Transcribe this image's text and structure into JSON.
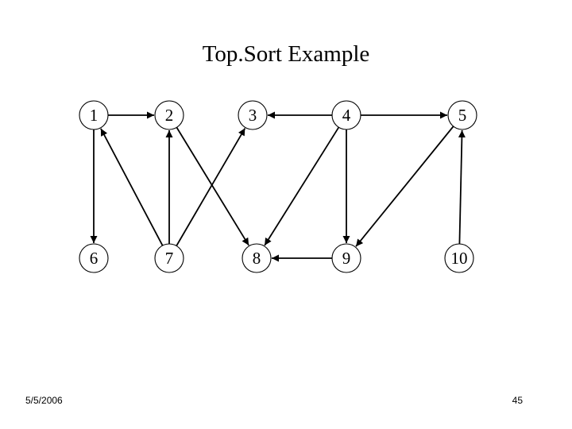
{
  "slide": {
    "title": "Top.Sort Example",
    "date": "5/5/2006",
    "page_number": "45"
  },
  "graph": {
    "nodes": [
      {
        "id": "1",
        "label": "1"
      },
      {
        "id": "2",
        "label": "2"
      },
      {
        "id": "3",
        "label": "3"
      },
      {
        "id": "4",
        "label": "4"
      },
      {
        "id": "5",
        "label": "5"
      },
      {
        "id": "6",
        "label": "6"
      },
      {
        "id": "7",
        "label": "7"
      },
      {
        "id": "8",
        "label": "8"
      },
      {
        "id": "9",
        "label": "9"
      },
      {
        "id": "10",
        "label": "10"
      }
    ],
    "edges": [
      {
        "from": "1",
        "to": "2"
      },
      {
        "from": "1",
        "to": "6"
      },
      {
        "from": "7",
        "to": "1"
      },
      {
        "from": "7",
        "to": "2"
      },
      {
        "from": "2",
        "to": "8"
      },
      {
        "from": "7",
        "to": "3"
      },
      {
        "from": "4",
        "to": "3"
      },
      {
        "from": "4",
        "to": "8"
      },
      {
        "from": "4",
        "to": "9"
      },
      {
        "from": "4",
        "to": "5"
      },
      {
        "from": "5",
        "to": "9"
      },
      {
        "from": "9",
        "to": "8"
      },
      {
        "from": "10",
        "to": "5"
      }
    ]
  }
}
